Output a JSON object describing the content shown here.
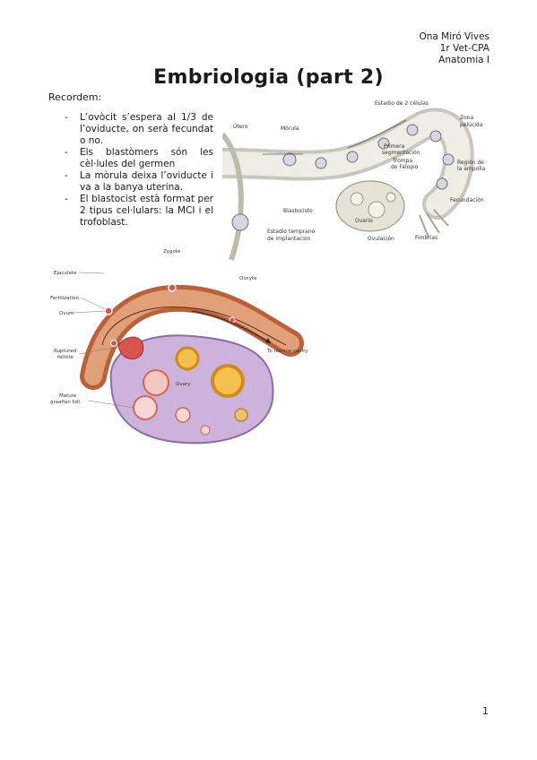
{
  "header": {
    "author": "Ona Miró Vives",
    "course": "1r Vet-CPA",
    "subject": "Anatomia I"
  },
  "title": "Embriologia (part 2)",
  "intro": "Recordem:",
  "bullets": [
    "L’ovòcit s’espera al 1/3 de l’oviducte, on serà fecundat o no.",
    "Els blastòmers són les cèl·lules del germen",
    "La mòrula deixa l’oviducte i va a la banya uterina.",
    "El blastocist està format per 2 tipus cel·lulars: la MCI i el trofoblast."
  ],
  "figure_top": {
    "labels": {
      "estadio2": "Estadio de 2 células",
      "zona": "Zona",
      "pelucida": "pelúcida",
      "utero": "Útero",
      "morula": "Mórula",
      "primera1": "Primera",
      "primera2": "segmentación",
      "trompa1": "Trompa",
      "trompa2": "de Falopio",
      "region1": "Región de",
      "region2": "la ampolla",
      "fecundacion": "Fecundación",
      "blastocisto": "Blastocisto",
      "ovario": "Ovario",
      "estadio1": "Estadio temprano",
      "estadio_b": "de implantación",
      "ovulacion": "Ovulación",
      "fimbrias": "Fimbrias"
    }
  },
  "figure_bottom": {
    "labels": {
      "zygote": "Zygote",
      "oocyte": "Oocyte",
      "ejaculate": "Ejaculate",
      "fertilization": "Fertilization",
      "ovum": "Ovum",
      "ruptured1": "Ruptured",
      "ruptured2": "follicle",
      "mature1": "Mature",
      "mature2": "graafian foll.",
      "ovary": "Ovary",
      "to_uterine": "To uterine cavity"
    }
  },
  "page_number": "1"
}
